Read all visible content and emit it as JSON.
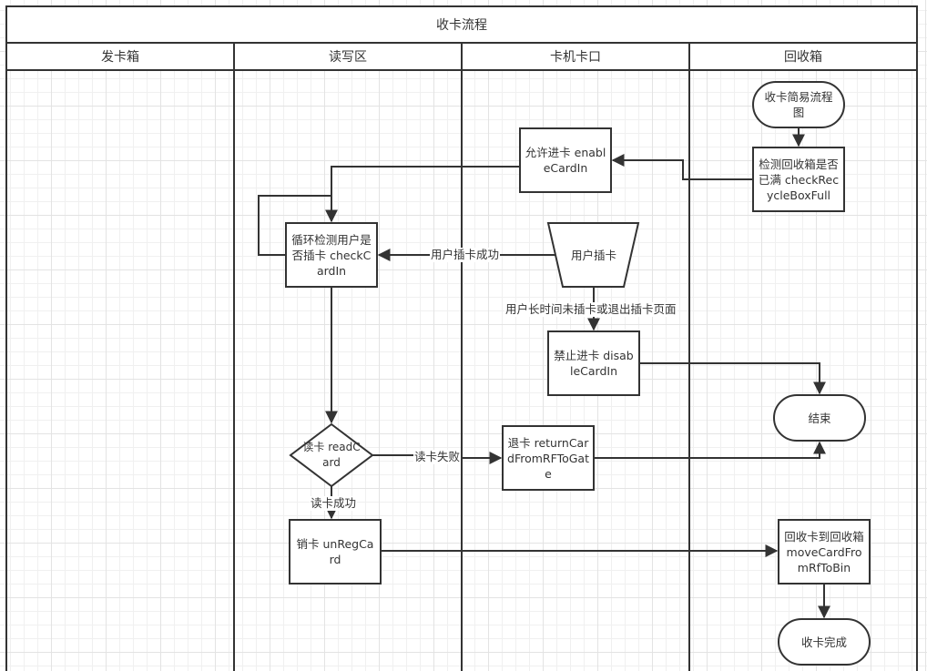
{
  "pool": {
    "title": "收卡流程",
    "lanes": [
      {
        "label": "发卡箱"
      },
      {
        "label": "读写区"
      },
      {
        "label": "卡机卡口"
      },
      {
        "label": "回收箱"
      }
    ]
  },
  "nodes": {
    "start": {
      "text": "收卡简易流程图",
      "shape": "terminator"
    },
    "check_full": {
      "text": "检测回收箱是否已满 checkRecycleBoxFull",
      "shape": "process"
    },
    "enable_in": {
      "text": "允许进卡 enableCardIn",
      "shape": "process"
    },
    "check_in": {
      "text": "循环检测用户是否插卡 checkCardIn",
      "shape": "process"
    },
    "user_insert": {
      "text": "用户插卡",
      "shape": "manual-operation"
    },
    "disable_in": {
      "text": "禁止进卡 disableCardIn",
      "shape": "process"
    },
    "end": {
      "text": "结束",
      "shape": "terminator"
    },
    "read_card": {
      "text": "读卡 readCard",
      "shape": "decision"
    },
    "return_card": {
      "text": "退卡 returnCardFromRFToGate",
      "shape": "process"
    },
    "unreg": {
      "text": "销卡 unRegCard",
      "shape": "process"
    },
    "move_bin": {
      "text": "回收卡到回收箱 moveCardFromRfToBin",
      "shape": "process"
    },
    "done": {
      "text": "收卡完成",
      "shape": "terminator"
    }
  },
  "edge_labels": {
    "insert_success": "用户插卡成功",
    "timeout_exit": "用户长时间未插卡或退出插卡页面",
    "read_fail": "读卡失败",
    "read_success": "读卡成功"
  },
  "colors": {
    "stroke": "#333333",
    "text": "#333333",
    "grid": "#e3e3e3",
    "background": "#ffffff"
  }
}
